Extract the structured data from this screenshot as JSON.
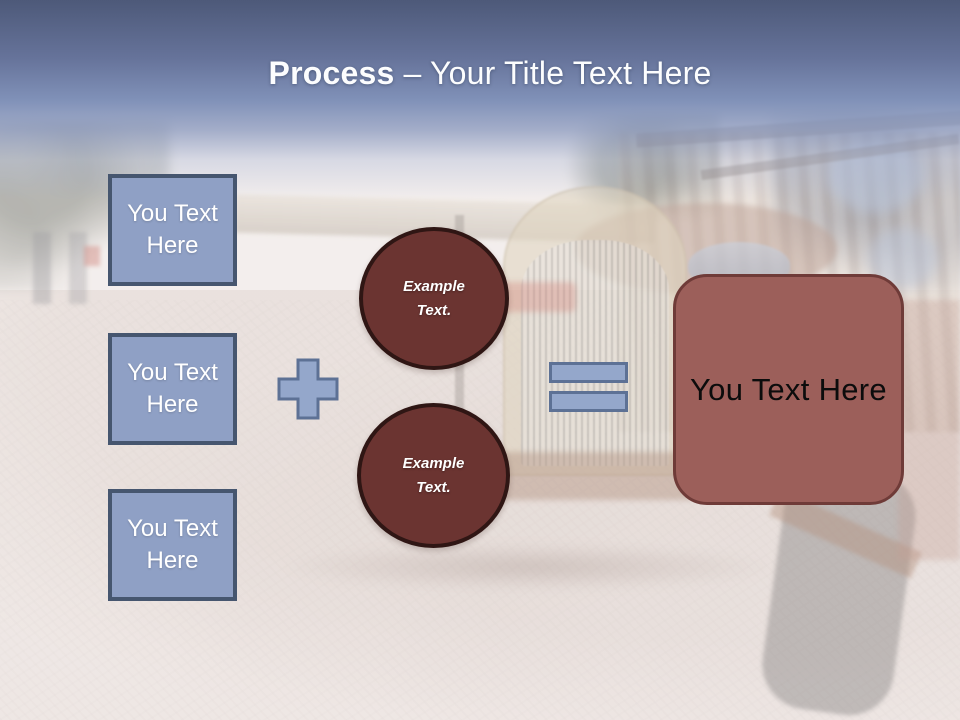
{
  "title": {
    "bold": "Process",
    "rest": "– Your Title Text Here"
  },
  "left_boxes": [
    {
      "label": "You Text Here"
    },
    {
      "label": "You Text Here"
    },
    {
      "label": "You Text Here"
    }
  ],
  "circles": [
    {
      "label": "Example Text."
    },
    {
      "label": "Example Text."
    }
  ],
  "result": {
    "label": "You Text Here"
  },
  "icons": {
    "plus": "plus",
    "equals": "equals"
  },
  "colors": {
    "header_dark": "#4D5979",
    "header_light": "#8091B8",
    "box_fill": "#8FA0C5",
    "box_border": "#46566F",
    "operator_fill": "#94A7CB",
    "operator_border": "#5D7195",
    "circle_fill": "#6B3431",
    "circle_border": "#2F1614",
    "result_fill": "#9C5F5A",
    "result_border": "#6F3B38",
    "title_text": "#FFFFFF",
    "result_text": "#000000"
  }
}
